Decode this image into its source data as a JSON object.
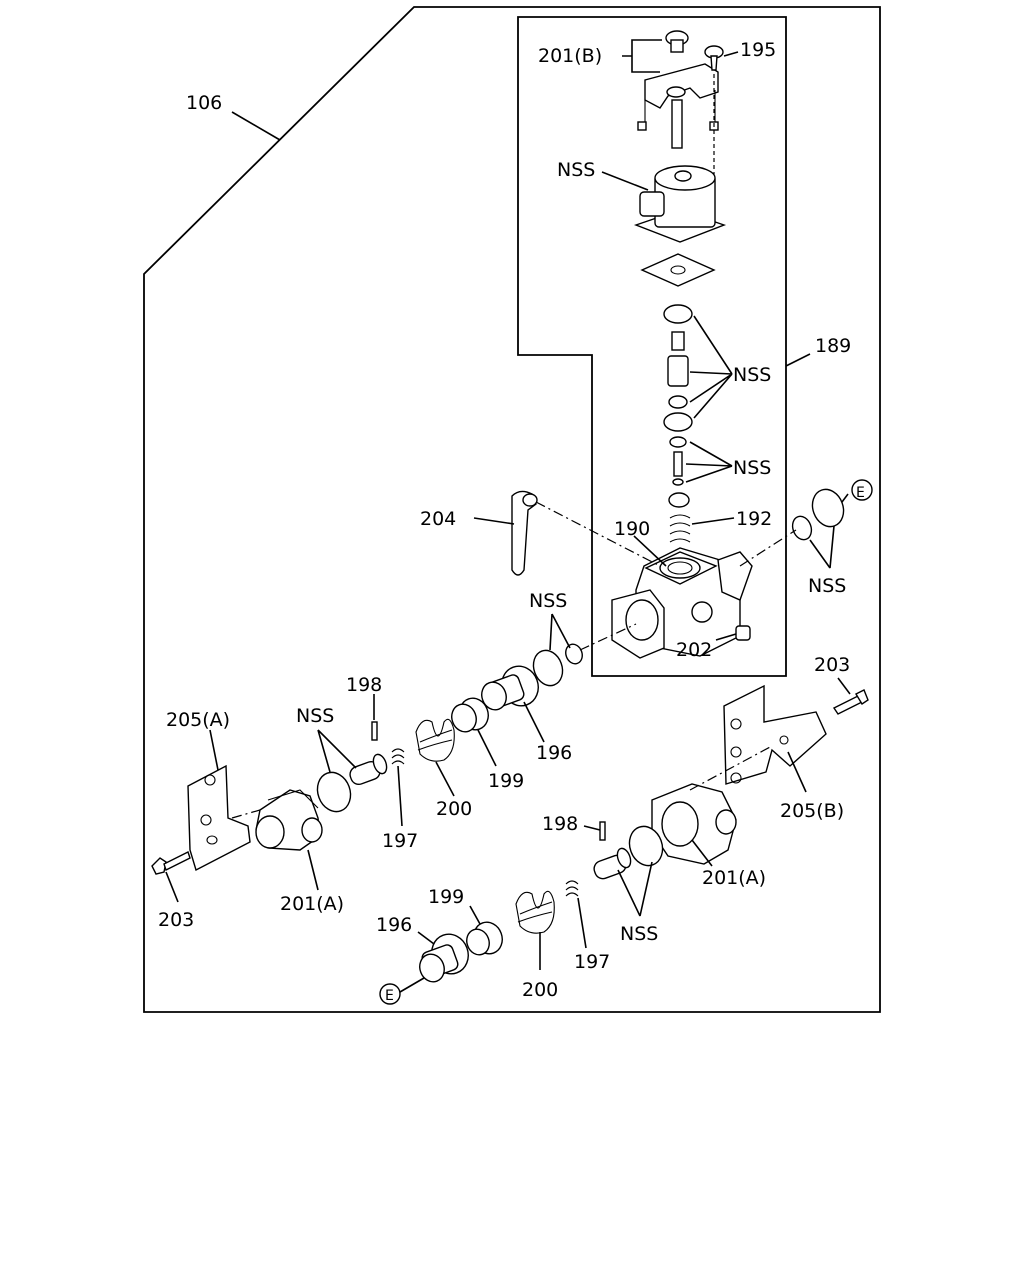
{
  "callouts": {
    "c106": "106",
    "c201b": "201(B)",
    "c195": "195",
    "nss_solenoid": "NSS",
    "c189": "189",
    "nss_seals_upper": "NSS",
    "nss_seals_lower": "NSS",
    "c204": "204",
    "c190": "190",
    "c192": "192",
    "c_e_right": "E",
    "nss_right_oring": "NSS",
    "nss_center_oring": "NSS",
    "c202": "202",
    "c203_right": "203",
    "c205a": "205(A)",
    "nss_left_oring": "NSS",
    "c198_left": "198",
    "c196_upper": "196",
    "c199_upper": "199",
    "c200_upper": "200",
    "c197_upper": "197",
    "c205b": "205(B)",
    "c198_right": "198",
    "c201a_left": "201(A)",
    "c203_left": "203",
    "c201a_right": "201(A)",
    "nss_lower_right": "NSS",
    "c199_lower": "199",
    "c196_lower": "196",
    "c200_lower": "200",
    "c197_lower": "197",
    "c_e_bottom": "E"
  }
}
